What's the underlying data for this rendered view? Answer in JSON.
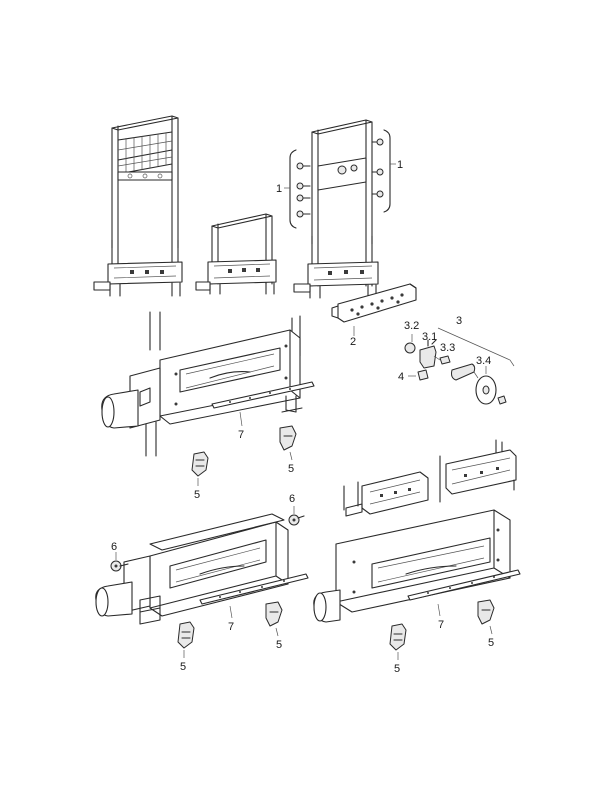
{
  "callouts": {
    "c1_left": "1",
    "c1_right": "1",
    "c2": "2",
    "c3": "3",
    "c3_1": "3.1",
    "c3_2": "3.2",
    "c3_3": "3.3",
    "c3_4": "3.4",
    "c4": "4",
    "c5_a": "5",
    "c5_b": "5",
    "c5_c": "5",
    "c5_d": "5",
    "c5_e": "5",
    "c5_f": "5",
    "c6_a": "6",
    "c6_b": "6",
    "c7_a": "7",
    "c7_b": "7",
    "c7_c": "7"
  }
}
